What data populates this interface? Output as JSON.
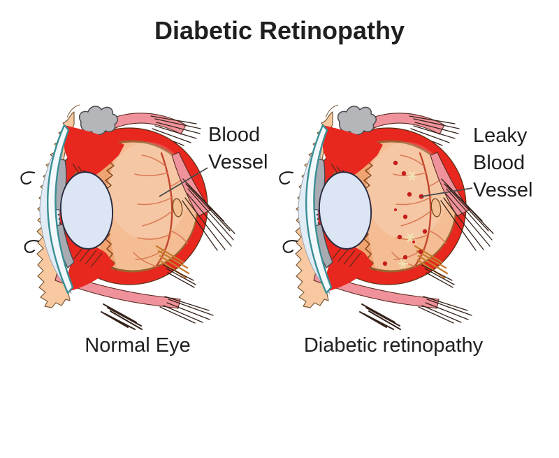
{
  "title": "Diabetic Retinopathy",
  "panels": [
    {
      "id": "normal",
      "caption": "Normal Eye",
      "annotation_lines": [
        "Blood",
        "Vessel"
      ]
    },
    {
      "id": "diabetic",
      "caption": "Diabetic retinopathy",
      "annotation_lines": [
        "Leaky",
        "Blood",
        "Vessel"
      ]
    }
  ],
  "palette": {
    "c-text": "#1f1f1f",
    "c-leader": "#4a4a4a",
    "c-red": "#e8271f",
    "c-red-edge": "#5a3014",
    "c-ring-brown": "#9c6432",
    "c-retina": "#f5bd93",
    "c-ciliary-orange": "#efa472",
    "c-zigzag": "#8a4a20",
    "c-vessel": "#c2452c",
    "c-vessel-light": "#da7a55",
    "c-muscle": "#f0929b",
    "c-muscle-edge": "#5a2a20",
    "c-striation": "#35221a",
    "c-tendon": "#c97c2e",
    "c-tissue": "#f8c9a0",
    "c-tissue-edge": "#7a5a38",
    "c-gland": "#b4b6ba",
    "c-gland-edge": "#4c4c50",
    "c-cornea-stroke": "#3a8f94",
    "c-cornea-fill": "#f2f8fb",
    "c-chamber": "#e2ecf7",
    "c-lens-fill": "#dce5f3",
    "c-lens-stroke": "#2a2a40",
    "c-iris": "#a9abb2",
    "c-iris-edge": "#44444c",
    "c-disc-fill": "#f3c093",
    "c-disc-edge": "#7c4c22",
    "c-zonule": "#5a2a1a",
    "c-leak": "#c41e1c",
    "c-exudate": "#f0e2b4",
    "c-lash": "#161616"
  }
}
